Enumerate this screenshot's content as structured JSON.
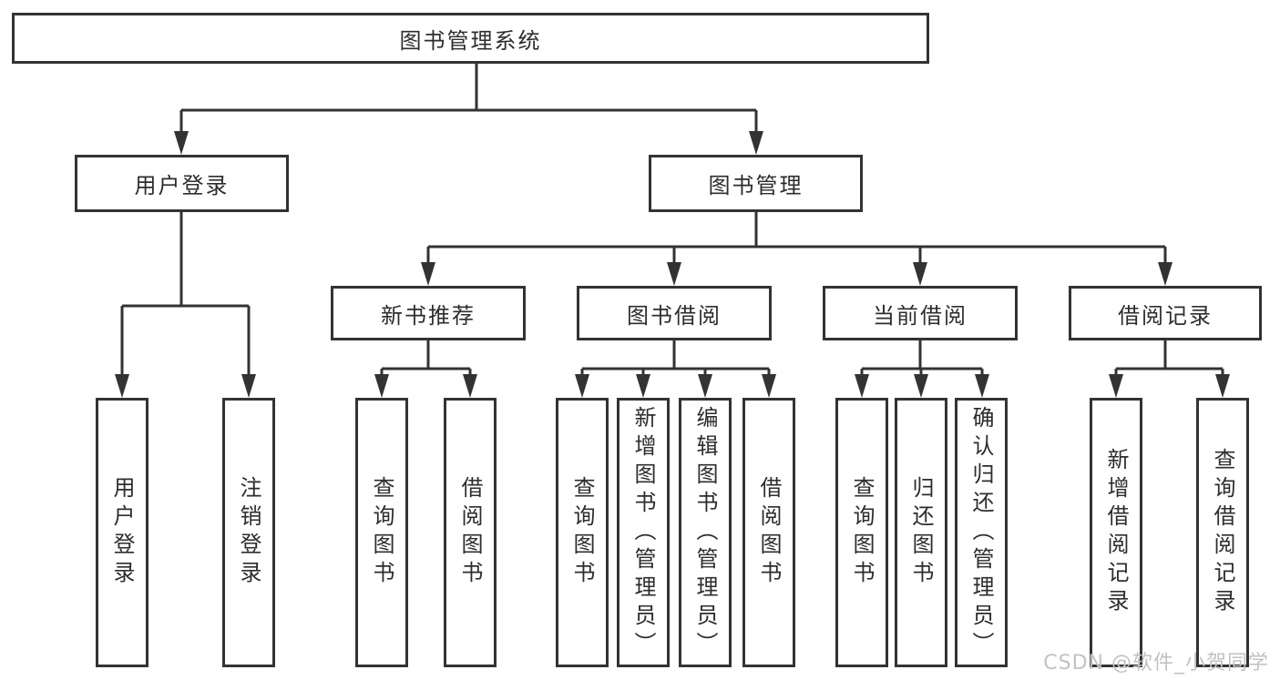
{
  "tree": {
    "root": {
      "label": "图书管理系统"
    },
    "branches": [
      {
        "label": "用户登录",
        "leaves": [
          {
            "label": "用户登录"
          },
          {
            "label": "注销登录"
          }
        ]
      },
      {
        "label": "图书管理",
        "children": [
          {
            "label": "新书推荐",
            "leaves": [
              {
                "label": "查询图书"
              },
              {
                "label": "借阅图书"
              }
            ]
          },
          {
            "label": "图书借阅",
            "leaves": [
              {
                "label": "查询图书"
              },
              {
                "label": "新增图书（管理员）"
              },
              {
                "label": "编辑图书（管理员）"
              },
              {
                "label": "借阅图书"
              }
            ]
          },
          {
            "label": "当前借阅",
            "leaves": [
              {
                "label": "查询图书"
              },
              {
                "label": "归还图书"
              },
              {
                "label": "确认归还（管理员）"
              }
            ]
          },
          {
            "label": "借阅记录",
            "leaves": [
              {
                "label": "新增借阅记录"
              },
              {
                "label": "查询借阅记录"
              }
            ]
          }
        ]
      }
    ]
  },
  "watermark": {
    "text": "CSDN @软件_小贺同学"
  },
  "colors": {
    "line": "#333333",
    "box_border": "#333333",
    "box_fill": "#ffffff",
    "text": "#2d2d2d",
    "watermark": "#c2c2c2",
    "background": "#ffffff"
  }
}
